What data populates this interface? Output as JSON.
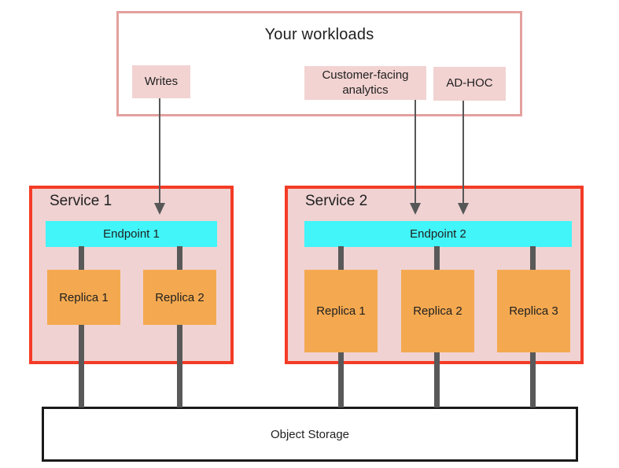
{
  "colors": {
    "text": "#1f1f1f",
    "workloads_border": "#e3a09d",
    "workload_item_bg": "#f2d3d2",
    "service_border": "#f43b26",
    "service_bg": "#f0d2d2",
    "endpoint_bg": "#41f5f8",
    "replica_bg": "#f4a950",
    "connector": "#595959",
    "arrow": "#575757",
    "storage_border": "#1a1a1a"
  },
  "workloads": {
    "title": "Your workloads",
    "items": [
      {
        "label": "Writes"
      },
      {
        "label": "Customer-facing analytics"
      },
      {
        "label": "AD-HOC"
      }
    ]
  },
  "services": [
    {
      "title": "Service 1",
      "endpoint": "Endpoint 1",
      "replicas": [
        "Replica 1",
        "Replica 2"
      ]
    },
    {
      "title": "Service 2",
      "endpoint": "Endpoint 2",
      "replicas": [
        "Replica 1",
        "Replica 2",
        "Replica 3"
      ]
    }
  ],
  "storage": {
    "label": "Object Storage"
  }
}
